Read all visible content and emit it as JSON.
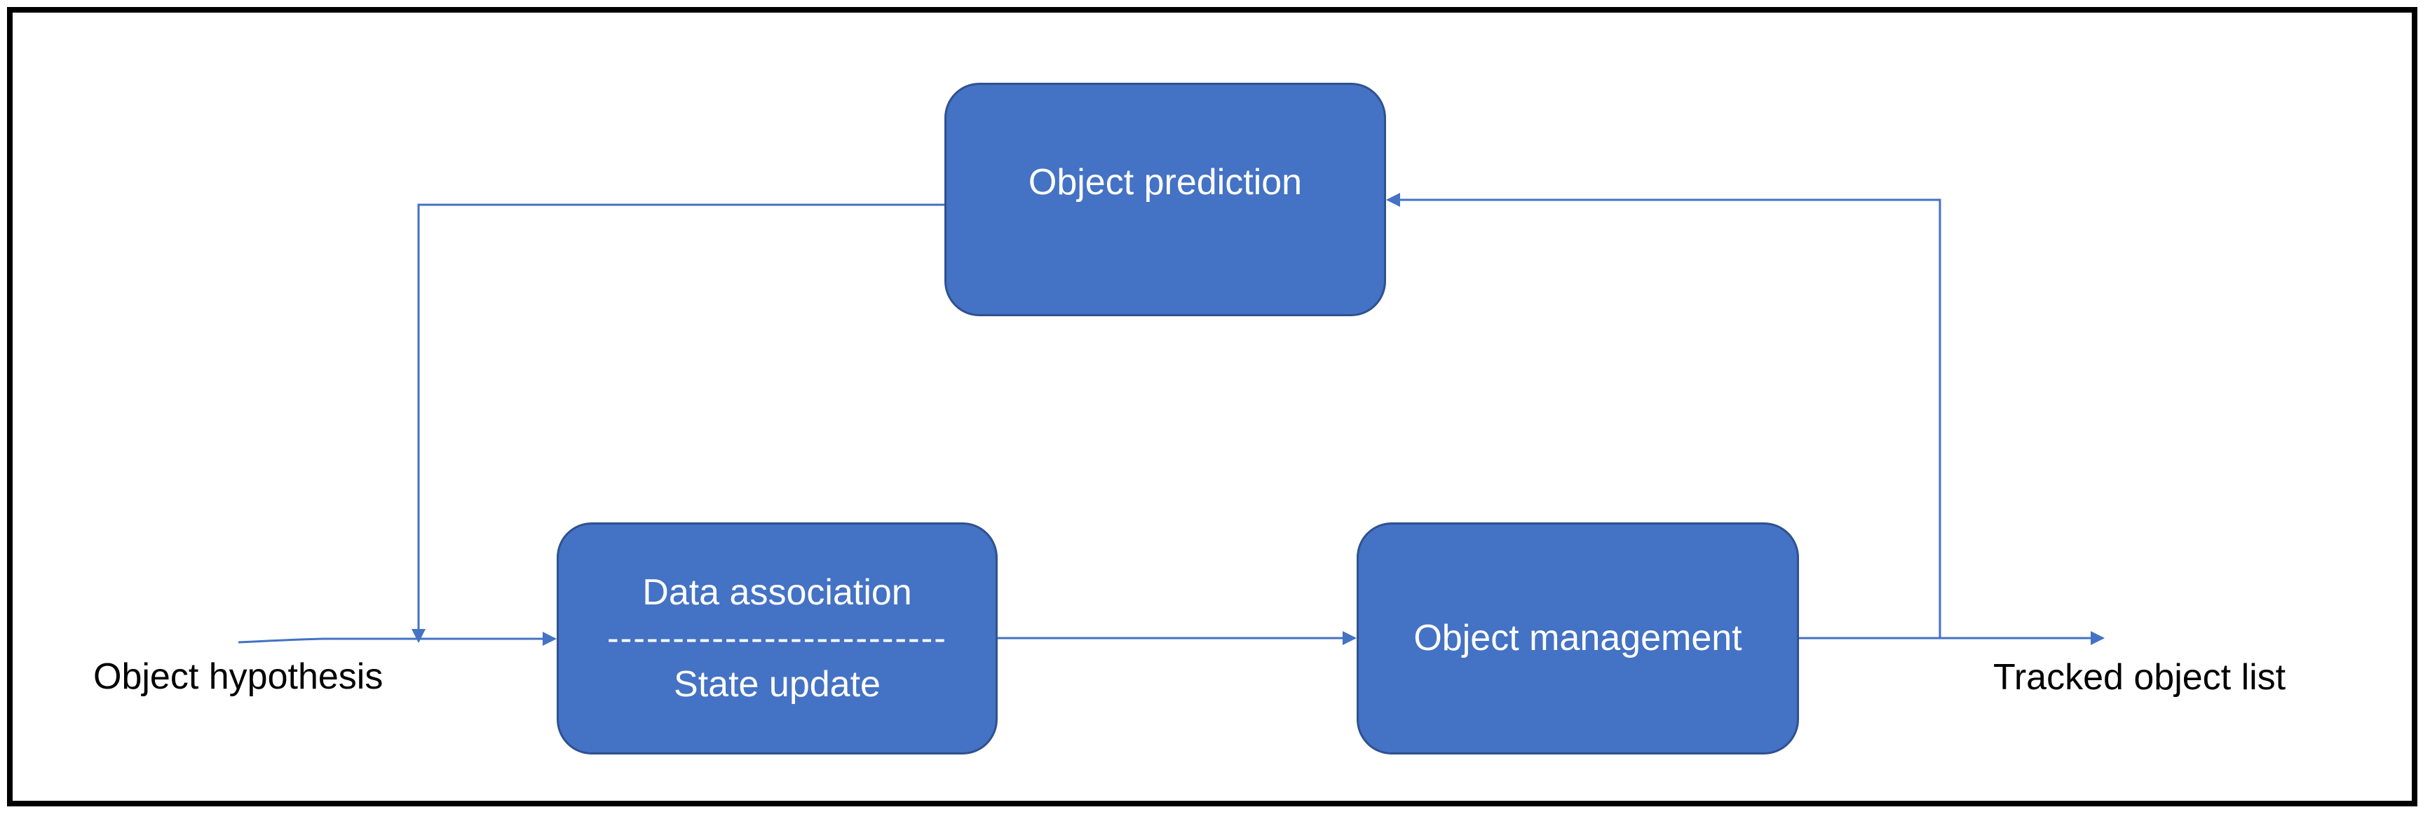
{
  "diagram": {
    "type": "flowchart",
    "colors": {
      "box_fill": "#4472C4",
      "box_border": "#2F528F",
      "box_text": "#FFFFFF",
      "connector": "#4472C4",
      "frame": "#000000",
      "label_text": "#000000"
    },
    "nodes": {
      "prediction": {
        "label": "Object prediction"
      },
      "association": {
        "label_top": "Data association",
        "separator": "--------------------------",
        "label_bottom": "State update"
      },
      "management": {
        "label": "Object management"
      }
    },
    "inputs": {
      "hypothesis": "Object hypothesis"
    },
    "outputs": {
      "tracked_list": "Tracked object list"
    },
    "edges": [
      {
        "from": "Object hypothesis",
        "to": "Data association / State update"
      },
      {
        "from": "Object prediction",
        "to": "Data association / State update"
      },
      {
        "from": "Data association / State update",
        "to": "Object management"
      },
      {
        "from": "Object management",
        "to": "Tracked object list"
      },
      {
        "from": "Object management",
        "to": "Object prediction"
      }
    ]
  }
}
